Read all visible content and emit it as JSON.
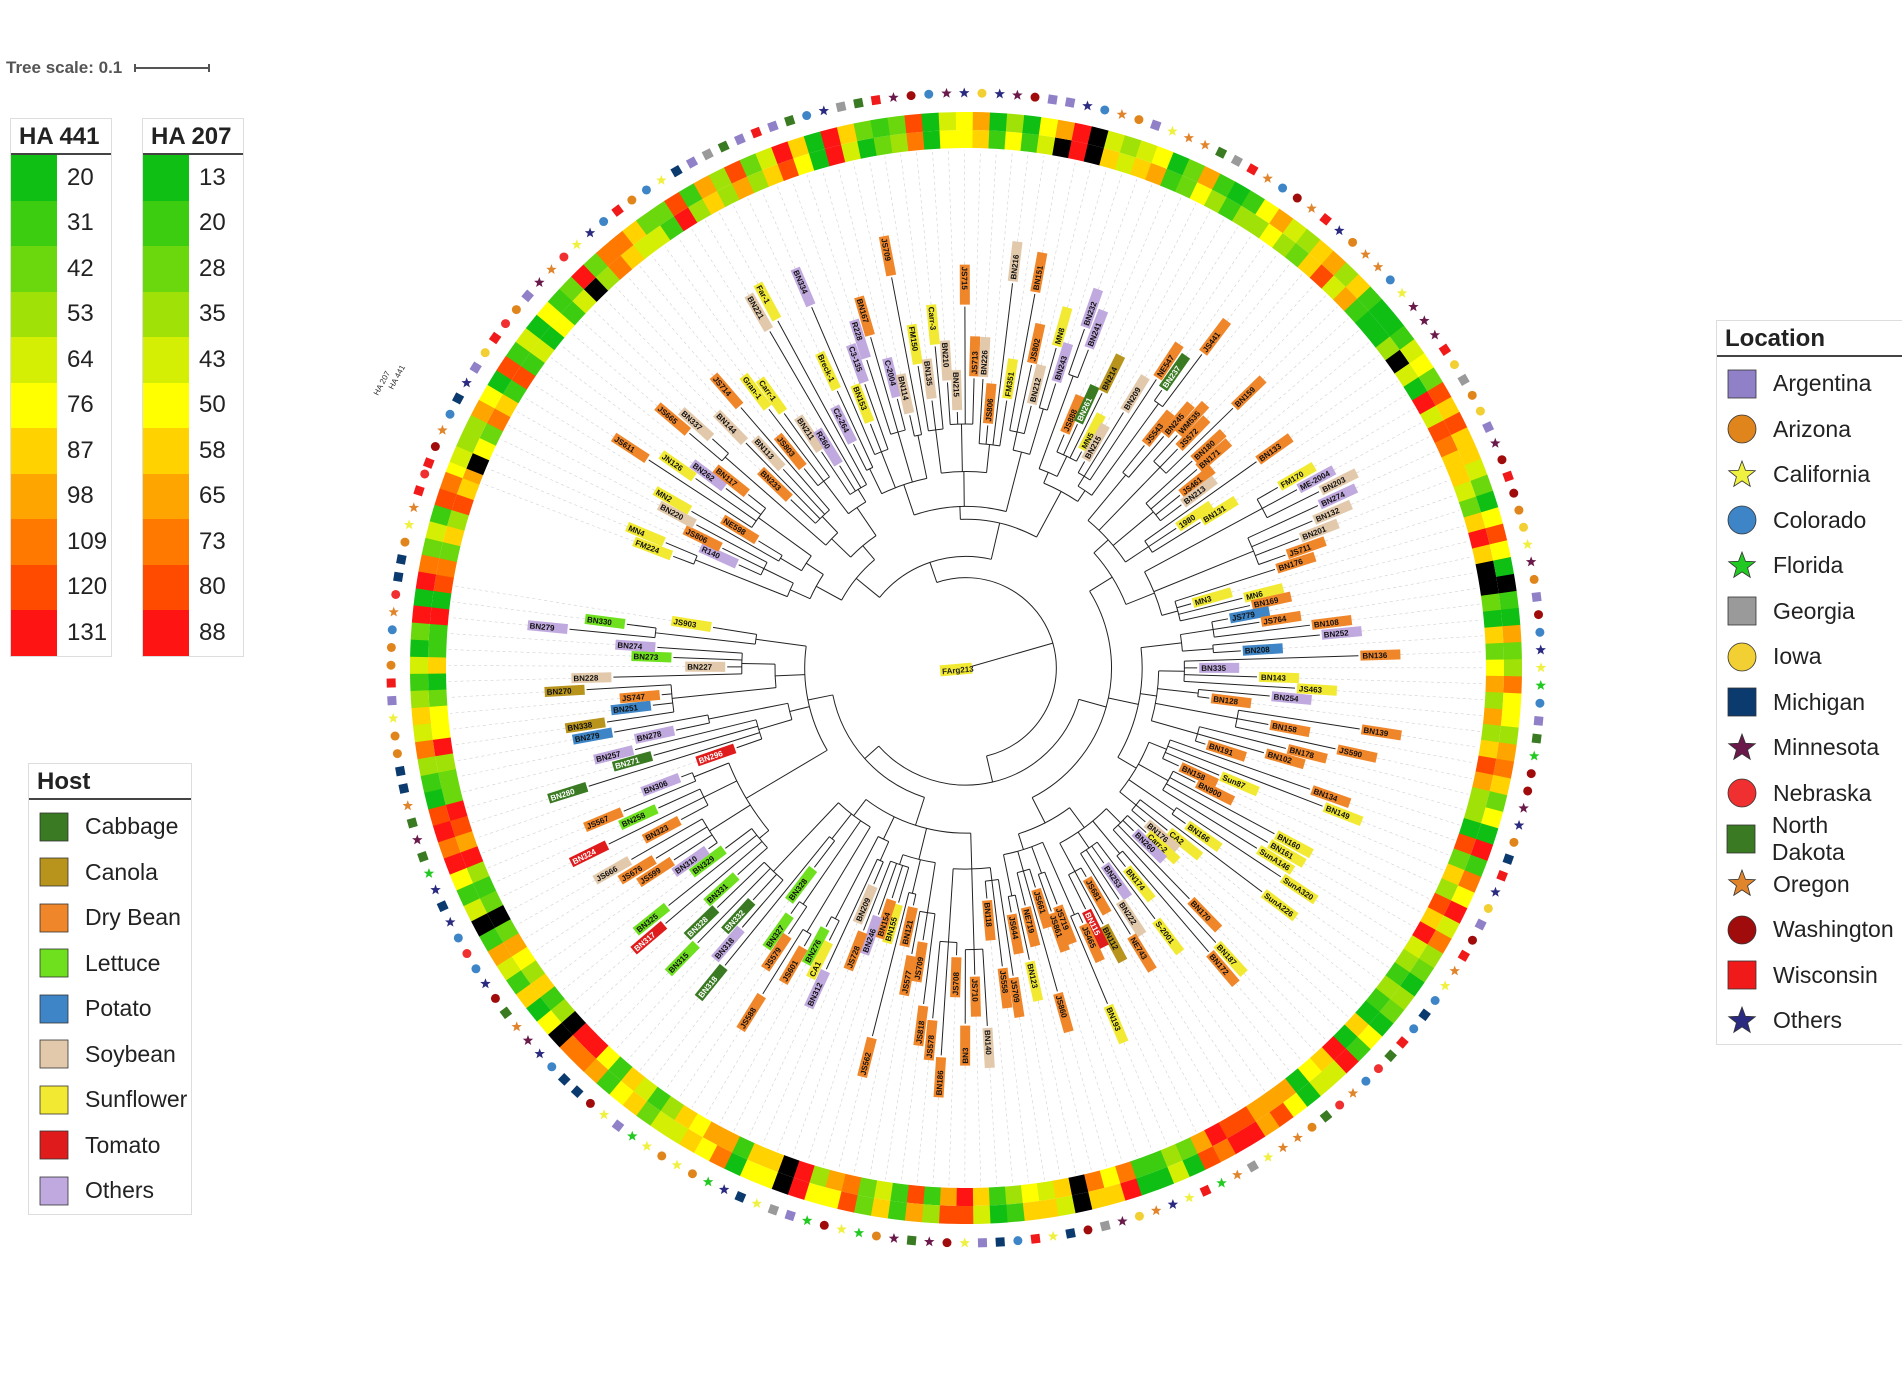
{
  "tree_scale": {
    "label": "Tree scale: 0.1"
  },
  "ha441_legend": {
    "title": "HA 441",
    "entries": [
      {
        "value": "20",
        "color": "#0fbf14"
      },
      {
        "value": "31",
        "color": "#3ccc10"
      },
      {
        "value": "42",
        "color": "#6ad80c"
      },
      {
        "value": "53",
        "color": "#a0e208"
      },
      {
        "value": "64",
        "color": "#d4ee04"
      },
      {
        "value": "76",
        "color": "#ffff00"
      },
      {
        "value": "87",
        "color": "#ffd200"
      },
      {
        "value": "98",
        "color": "#ffa500"
      },
      {
        "value": "109",
        "color": "#ff7800"
      },
      {
        "value": "120",
        "color": "#ff4b00"
      },
      {
        "value": "131",
        "color": "#ff1414"
      }
    ]
  },
  "ha207_legend": {
    "title": "HA 207",
    "entries": [
      {
        "value": "13",
        "color": "#0fbf14"
      },
      {
        "value": "20",
        "color": "#3ccc10"
      },
      {
        "value": "28",
        "color": "#6ad80c"
      },
      {
        "value": "35",
        "color": "#a0e208"
      },
      {
        "value": "43",
        "color": "#d4ee04"
      },
      {
        "value": "50",
        "color": "#ffff00"
      },
      {
        "value": "58",
        "color": "#ffd200"
      },
      {
        "value": "65",
        "color": "#ffa500"
      },
      {
        "value": "73",
        "color": "#ff7800"
      },
      {
        "value": "80",
        "color": "#ff4b00"
      },
      {
        "value": "88",
        "color": "#ff1414"
      }
    ]
  },
  "host_legend": {
    "title": "Host",
    "entries": [
      {
        "label": "Cabbage",
        "color": "#3a7a22"
      },
      {
        "label": "Canola",
        "color": "#b8941c"
      },
      {
        "label": "Dry Bean",
        "color": "#f0862a"
      },
      {
        "label": "Lettuce",
        "color": "#6fe01e"
      },
      {
        "label": "Potato",
        "color": "#3d85c6"
      },
      {
        "label": "Soybean",
        "color": "#e3c9ab"
      },
      {
        "label": "Sunflower",
        "color": "#f2ea32"
      },
      {
        "label": "Tomato",
        "color": "#e01b1b"
      },
      {
        "label": "Others",
        "color": "#c0a9de"
      }
    ]
  },
  "location_legend": {
    "title": "Location",
    "entries": [
      {
        "label": "Argentina",
        "shape": "square",
        "color": "#9080c8"
      },
      {
        "label": "Arizona",
        "shape": "circle",
        "color": "#e0851c"
      },
      {
        "label": "California",
        "shape": "star",
        "color": "#f0f040"
      },
      {
        "label": "Colorado",
        "shape": "circle",
        "color": "#3d85c6"
      },
      {
        "label": "Florida",
        "shape": "star",
        "color": "#22c922"
      },
      {
        "label": "Georgia",
        "shape": "square",
        "color": "#9a9a9a"
      },
      {
        "label": "Iowa",
        "shape": "circle",
        "color": "#f2cf32"
      },
      {
        "label": "Michigan",
        "shape": "square",
        "color": "#0b3a6e"
      },
      {
        "label": "Minnesota",
        "shape": "star",
        "color": "#6a1a4a"
      },
      {
        "label": "Nebraska",
        "shape": "circle",
        "color": "#f03030"
      },
      {
        "label": "North Dakota",
        "shape": "square",
        "color": "#3a7a22"
      },
      {
        "label": "Oregon",
        "shape": "star",
        "color": "#e0852c"
      },
      {
        "label": "Washington",
        "shape": "circle",
        "color": "#a00c0c"
      },
      {
        "label": "Wisconsin",
        "shape": "square",
        "color": "#f01a1a"
      },
      {
        "label": "Others",
        "shape": "star",
        "color": "#2a2a80"
      }
    ]
  },
  "ring_labels": {
    "inner": "HA 441",
    "outer": "HA 207"
  },
  "root_label": "FArg213",
  "leaves": [
    {
      "name": "FM224",
      "host": 6
    },
    {
      "name": "MN4",
      "host": 6
    },
    {
      "name": "R140",
      "host": 8
    },
    {
      "name": "JS806",
      "host": 2
    },
    {
      "name": "BN220",
      "host": 5
    },
    {
      "name": "MN2",
      "host": 6
    },
    {
      "name": "NE598",
      "host": 2
    },
    {
      "name": "JS611",
      "host": 2
    },
    {
      "name": "JN126",
      "host": 6
    },
    {
      "name": "BN262",
      "host": 8
    },
    {
      "name": "BN117",
      "host": 2
    },
    {
      "name": "JS665",
      "host": 2
    },
    {
      "name": "BN337",
      "host": 5
    },
    {
      "name": "BN233",
      "host": 2
    },
    {
      "name": "BN144",
      "host": 5
    },
    {
      "name": "BN113",
      "host": 5
    },
    {
      "name": "JS714",
      "host": 2
    },
    {
      "name": "JS803",
      "host": 2
    },
    {
      "name": "Gran-1",
      "host": 6
    },
    {
      "name": "Carr-1",
      "host": 6
    },
    {
      "name": "BN211",
      "host": 5
    },
    {
      "name": "R260",
      "host": 8
    },
    {
      "name": "BN221",
      "host": 5
    },
    {
      "name": "Far-1",
      "host": 6
    },
    {
      "name": "C2-264",
      "host": 8
    },
    {
      "name": "Breck-1",
      "host": 6
    },
    {
      "name": "BN334",
      "host": 8
    },
    {
      "name": "BN153",
      "host": 6
    },
    {
      "name": "C3-135",
      "host": 8
    },
    {
      "name": "R228",
      "host": 8
    },
    {
      "name": "BN167",
      "host": 2
    },
    {
      "name": "C-2004",
      "host": 8
    },
    {
      "name": "BN114",
      "host": 5
    },
    {
      "name": "JS709",
      "host": 2
    },
    {
      "name": "FM150",
      "host": 6
    },
    {
      "name": "BN135",
      "host": 5
    },
    {
      "name": "Carr-3",
      "host": 6
    },
    {
      "name": "BN210",
      "host": 5
    },
    {
      "name": "BN215",
      "host": 5
    },
    {
      "name": "JS715",
      "host": 2
    },
    {
      "name": "JS713",
      "host": 2
    },
    {
      "name": "BN226",
      "host": 5
    },
    {
      "name": "JS806",
      "host": 2
    },
    {
      "name": "BN216",
      "host": 5
    },
    {
      "name": "FM351",
      "host": 6
    },
    {
      "name": "BN151",
      "host": 2
    },
    {
      "name": "JS802",
      "host": 2
    },
    {
      "name": "BN212",
      "host": 5
    },
    {
      "name": "MN8",
      "host": 6
    },
    {
      "name": "BN243",
      "host": 8
    },
    {
      "name": "BN232",
      "host": 8
    },
    {
      "name": "BN241",
      "host": 8
    },
    {
      "name": "JS888",
      "host": 2
    },
    {
      "name": "BN261",
      "host": 0
    },
    {
      "name": "BN214",
      "host": 1
    },
    {
      "name": "MN5",
      "host": 6
    },
    {
      "name": "BN215",
      "host": 5
    },
    {
      "name": "BN209",
      "host": 5
    },
    {
      "name": "NE547",
      "host": 2
    },
    {
      "name": "BN237",
      "host": 0
    },
    {
      "name": "JS441",
      "host": 2
    },
    {
      "name": "JS543",
      "host": 2
    },
    {
      "name": "BN245",
      "host": 2
    },
    {
      "name": "WM535",
      "host": 2
    },
    {
      "name": "JS572",
      "host": 2
    },
    {
      "name": "BN159",
      "host": 2
    },
    {
      "name": "BN180",
      "host": 2
    },
    {
      "name": "BN171",
      "host": 2
    },
    {
      "name": "JS461",
      "host": 2
    },
    {
      "name": "BN213",
      "host": 5
    },
    {
      "name": "BN133",
      "host": 2
    },
    {
      "name": "1980",
      "host": 6
    },
    {
      "name": "BN131",
      "host": 6
    },
    {
      "name": "FM170",
      "host": 6
    },
    {
      "name": "ME-2004",
      "host": 8
    },
    {
      "name": "BN203",
      "host": 5
    },
    {
      "name": "BN274",
      "host": 8
    },
    {
      "name": "BN132",
      "host": 5
    },
    {
      "name": "BN201",
      "host": 5
    },
    {
      "name": "JS711",
      "host": 2
    },
    {
      "name": "BN176",
      "host": 2
    },
    {
      "name": "MN3",
      "host": 6
    },
    {
      "name": "MN6",
      "host": 6
    },
    {
      "name": "BN169",
      "host": 2
    },
    {
      "name": "JS779",
      "host": 4
    },
    {
      "name": "JS764",
      "host": 2
    },
    {
      "name": "BN108",
      "host": 2
    },
    {
      "name": "BN252",
      "host": 8
    },
    {
      "name": "BN208",
      "host": 4
    },
    {
      "name": "BN136",
      "host": 2
    },
    {
      "name": "BN335",
      "host": 8
    },
    {
      "name": "BN143",
      "host": 6
    },
    {
      "name": "JS463",
      "host": 6
    },
    {
      "name": "BN254",
      "host": 8
    },
    {
      "name": "BN128",
      "host": 2
    },
    {
      "name": "BN139",
      "host": 2
    },
    {
      "name": "BN158",
      "host": 2
    },
    {
      "name": "JS590",
      "host": 2
    },
    {
      "name": "BN178",
      "host": 2
    },
    {
      "name": "BN102",
      "host": 2
    },
    {
      "name": "BN191",
      "host": 2
    },
    {
      "name": "BN134",
      "host": 2
    },
    {
      "name": "BN149",
      "host": 6
    },
    {
      "name": "Sun87",
      "host": 6
    },
    {
      "name": "BN158",
      "host": 2
    },
    {
      "name": "BN900",
      "host": 2
    },
    {
      "name": "BN160",
      "host": 6
    },
    {
      "name": "BN161",
      "host": 6
    },
    {
      "name": "SunA146",
      "host": 6
    },
    {
      "name": "SunA320",
      "host": 6
    },
    {
      "name": "BN166",
      "host": 6
    },
    {
      "name": "SunA226",
      "host": 6
    },
    {
      "name": "CA2",
      "host": 6
    },
    {
      "name": "BN176",
      "host": 5
    },
    {
      "name": "Carr-2",
      "host": 6
    },
    {
      "name": "BN260",
      "host": 8
    },
    {
      "name": "BN170",
      "host": 2
    },
    {
      "name": "BN187",
      "host": 6
    },
    {
      "name": "BN172",
      "host": 2
    },
    {
      "name": "BN174",
      "host": 6
    },
    {
      "name": "S-2001",
      "host": 6
    },
    {
      "name": "BN253",
      "host": 8
    },
    {
      "name": "BN222",
      "host": 5
    },
    {
      "name": "NE743",
      "host": 2
    },
    {
      "name": "JS681",
      "host": 2
    },
    {
      "name": "BN112",
      "host": 1
    },
    {
      "name": "BN115",
      "host": 7
    },
    {
      "name": "JS465",
      "host": 2
    },
    {
      "name": "BN193",
      "host": 6
    },
    {
      "name": "JS719",
      "host": 2
    },
    {
      "name": "JS861",
      "host": 2
    },
    {
      "name": "JS661",
      "host": 2
    },
    {
      "name": "JS860",
      "host": 2
    },
    {
      "name": "NE719",
      "host": 2
    },
    {
      "name": "BN123",
      "host": 6
    },
    {
      "name": "JS644",
      "host": 2
    },
    {
      "name": "JS709",
      "host": 2
    },
    {
      "name": "JS558",
      "host": 2
    },
    {
      "name": "BN118",
      "host": 2
    },
    {
      "name": "BN140",
      "host": 5
    },
    {
      "name": "JS710",
      "host": 2
    },
    {
      "name": "BN3",
      "host": 2
    },
    {
      "name": "JS708",
      "host": 2
    },
    {
      "name": "BN186",
      "host": 2
    },
    {
      "name": "JS578",
      "host": 2
    },
    {
      "name": "JS818",
      "host": 2
    },
    {
      "name": "JS709",
      "host": 2
    },
    {
      "name": "JS577",
      "host": 2
    },
    {
      "name": "BN121",
      "host": 2
    },
    {
      "name": "JS562",
      "host": 2
    },
    {
      "name": "BN155",
      "host": 6
    },
    {
      "name": "BN154",
      "host": 2
    },
    {
      "name": "BN246",
      "host": 8
    },
    {
      "name": "JS728",
      "host": 2
    },
    {
      "name": "BN209",
      "host": 5
    },
    {
      "name": "BN312",
      "host": 8
    },
    {
      "name": "CA1",
      "host": 6
    },
    {
      "name": "BN276",
      "host": 3
    },
    {
      "name": "JS601",
      "host": 2
    },
    {
      "name": "JS588",
      "host": 2
    },
    {
      "name": "JS579",
      "host": 2
    },
    {
      "name": "BN327",
      "host": 3
    },
    {
      "name": "BN328",
      "host": 3
    },
    {
      "name": "BN318",
      "host": 0
    },
    {
      "name": "BN318",
      "host": 8
    },
    {
      "name": "BN332",
      "host": 0
    },
    {
      "name": "BN315",
      "host": 3
    },
    {
      "name": "BN328",
      "host": 0
    },
    {
      "name": "BN331",
      "host": 3
    },
    {
      "name": "BN317",
      "host": 7
    },
    {
      "name": "BN325",
      "host": 3
    },
    {
      "name": "BN329",
      "host": 3
    },
    {
      "name": "BN310",
      "host": 8
    },
    {
      "name": "JS599",
      "host": 2
    },
    {
      "name": "JS676",
      "host": 2
    },
    {
      "name": "JS666",
      "host": 5
    },
    {
      "name": "BN323",
      "host": 2
    },
    {
      "name": "BN324",
      "host": 7
    },
    {
      "name": "BN258",
      "host": 3
    },
    {
      "name": "JS567",
      "host": 2
    },
    {
      "name": "BN306",
      "host": 8
    },
    {
      "name": "BN296",
      "host": 7
    },
    {
      "name": "BN280",
      "host": 0
    },
    {
      "name": "BN271",
      "host": 0
    },
    {
      "name": "BN257",
      "host": 8
    },
    {
      "name": "BN278",
      "host": 8
    },
    {
      "name": "BN279",
      "host": 4
    },
    {
      "name": "BN338",
      "host": 1
    },
    {
      "name": "BN251",
      "host": 4
    },
    {
      "name": "JS747",
      "host": 2
    },
    {
      "name": "BN270",
      "host": 1
    },
    {
      "name": "BN228",
      "host": 5
    },
    {
      "name": "BN227",
      "host": 5
    },
    {
      "name": "BN273",
      "host": 3
    },
    {
      "name": "BN274",
      "host": 8
    },
    {
      "name": "BN279",
      "host": 8
    },
    {
      "name": "BN330",
      "host": 3
    },
    {
      "name": "JS903",
      "host": 6
    }
  ]
}
